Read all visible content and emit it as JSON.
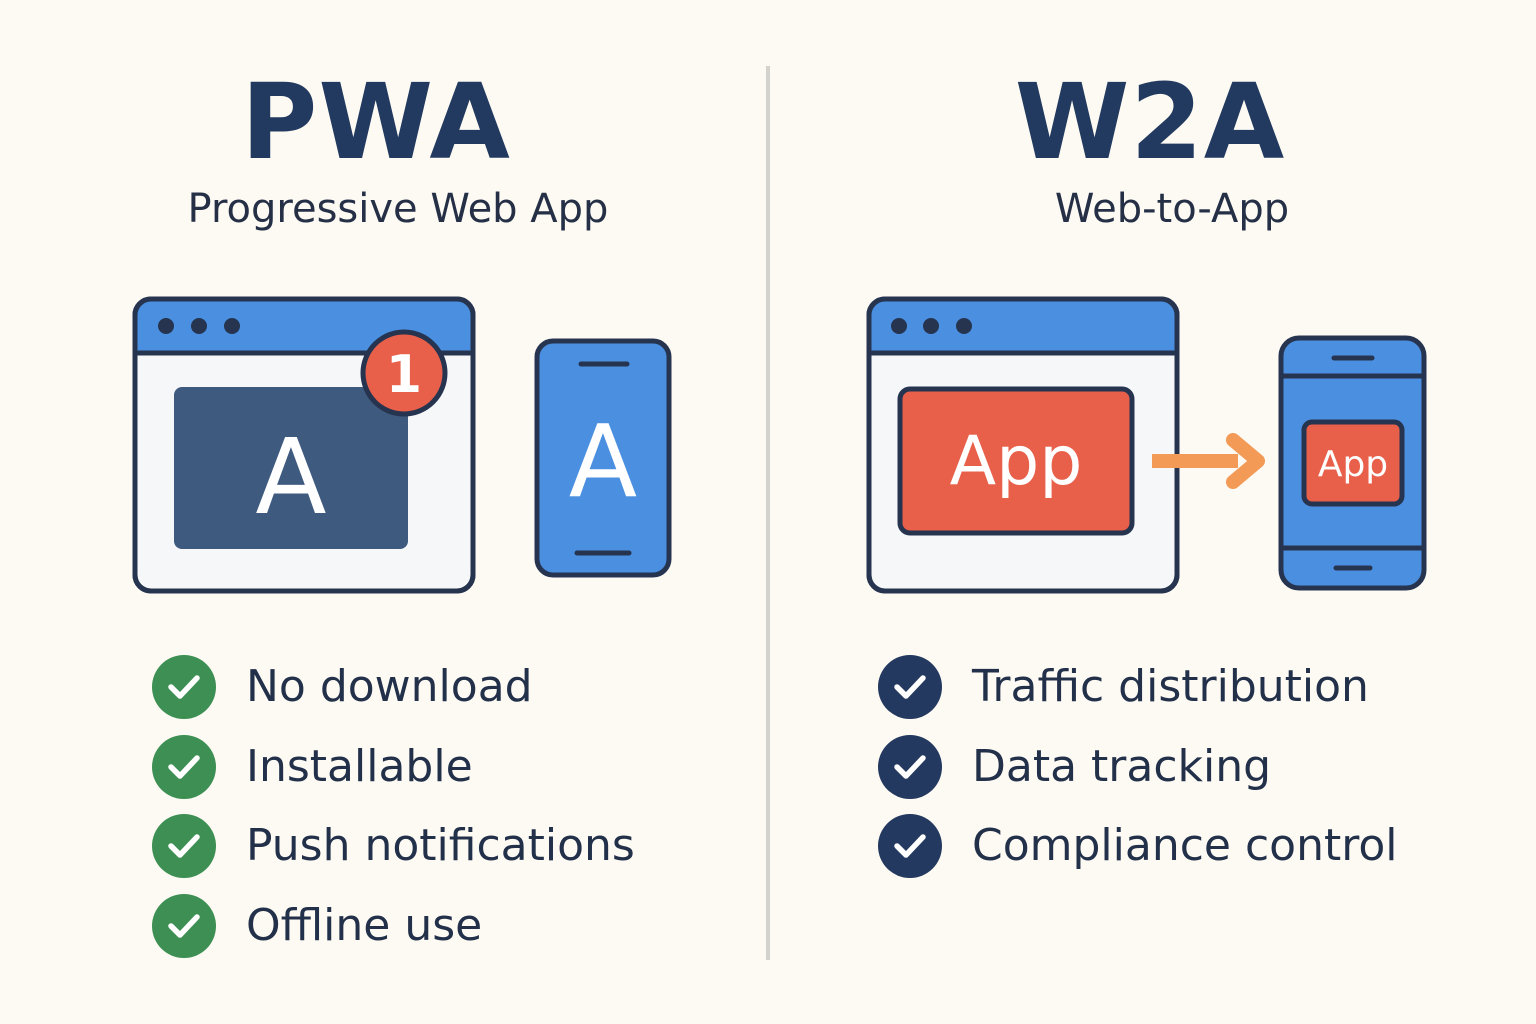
{
  "pwa": {
    "title": "PWA",
    "subtitle": "Progressive Web App",
    "badge_count": "1",
    "app_letter": "A",
    "check_color": "#3d8f53",
    "features": [
      "No download",
      "Installable",
      "Push notifications",
      "Offline use"
    ]
  },
  "w2a": {
    "title": "W2A",
    "subtitle": "Web-to-App",
    "app_label": "App",
    "check_color": "#23395f",
    "features": [
      "Traffic distribution",
      "Data tracking",
      "Compliance control"
    ]
  },
  "colors": {
    "outline": "#26344f",
    "browser_blue": "#4a8fe0",
    "app_red": "#e8604a",
    "arrow_orange": "#f29a56",
    "dark_navy": "#3f5a7f",
    "background": "#fdfaf3"
  },
  "icons": {
    "check": "check-icon",
    "arrow": "arrow-right-icon"
  }
}
